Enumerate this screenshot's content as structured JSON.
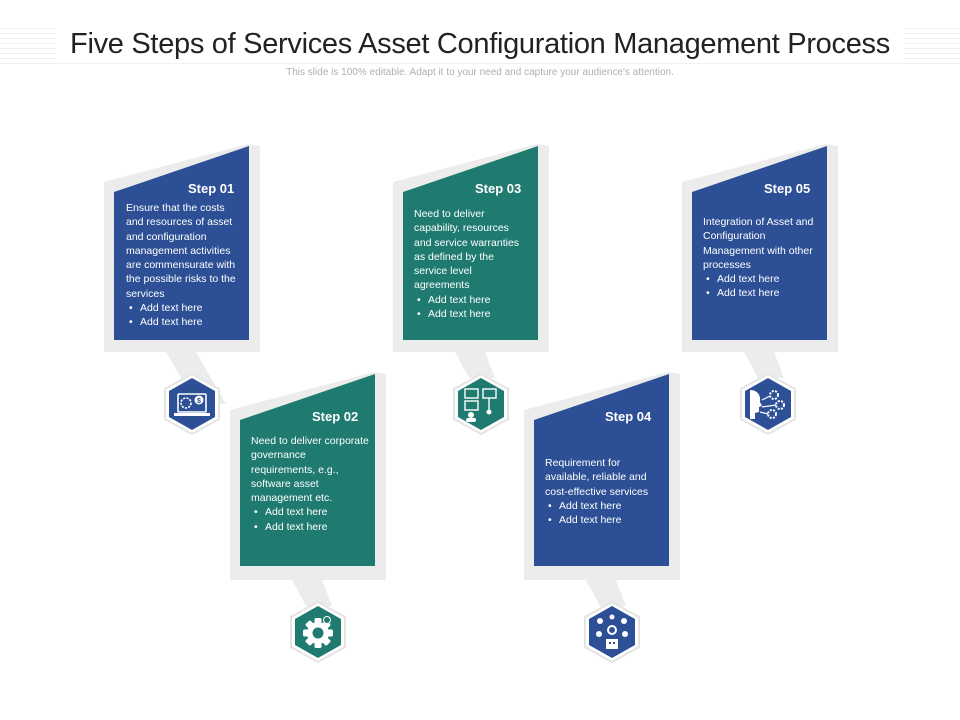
{
  "title": "Five Steps of Services Asset Configuration Management Process",
  "subtitle": "This slide is 100% editable. Adapt it to your need and capture your audience's attention.",
  "colors": {
    "blue": "#2c4f95",
    "teal": "#1f7a70",
    "shadow": "#ececec"
  },
  "steps": [
    {
      "label": "Step 01",
      "text": "Ensure that the costs and resources of asset and configuration management activities are commensurate with the possible risks to the services",
      "bullets": [
        "Add text here",
        "Add text here"
      ],
      "icon": "laptop-gear-dollar-icon"
    },
    {
      "label": "Step 02",
      "text": "Need to deliver corporate governance requirements, e.g., software asset management etc.",
      "bullets": [
        "Add text here",
        "Add text here"
      ],
      "icon": "gear-icon"
    },
    {
      "label": "Step 03",
      "text": "Need to deliver capability, resources and service warranties as defined by the service level agreements",
      "bullets": [
        "Add text here",
        "Add text here"
      ],
      "icon": "network-nodes-icon"
    },
    {
      "label": "Step 04",
      "text": "Requirement for available, reliable and cost-effective services",
      "bullets": [
        "Add text here",
        "Add text here"
      ],
      "icon": "services-hub-icon"
    },
    {
      "label": "Step 05",
      "text": "Integration of Asset and Configuration Management with other processes",
      "bullets": [
        "Add text here",
        "Add text here"
      ],
      "icon": "head-gears-icon"
    }
  ]
}
